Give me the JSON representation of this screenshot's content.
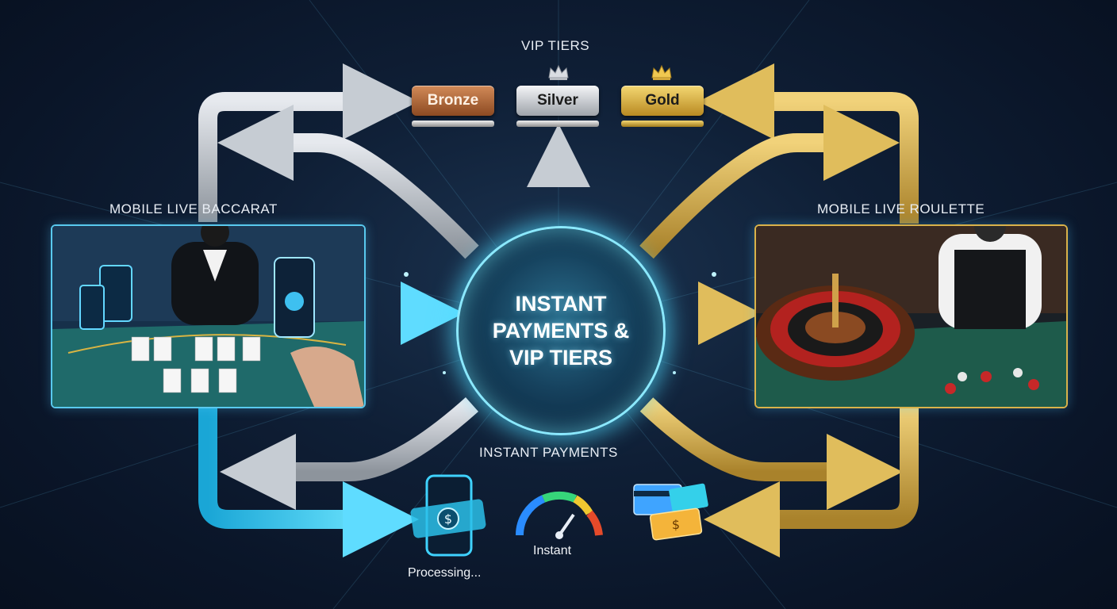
{
  "vip_section": {
    "title": "VIP TIERS",
    "tiers": [
      {
        "label": "Bronze",
        "color": "#b7683b"
      },
      {
        "label": "Silver",
        "color": "#c9ccd1"
      },
      {
        "label": "Gold",
        "color": "#d8b44a"
      }
    ]
  },
  "hub": {
    "title": "INSTANT PAYMENTS & VIP TIERS",
    "glow_color": "#5fe0ff"
  },
  "left_panel": {
    "title": "MOBILE LIVE BACCARAT"
  },
  "right_panel": {
    "title": "MOBILE LIVE ROULETTE"
  },
  "payments_section": {
    "title": "INSTANT PAYMENTS",
    "steps": [
      {
        "caption": "Processing...",
        "icon": "mobile-payment-icon"
      },
      {
        "caption": "Instant",
        "icon": "speedometer-icon"
      },
      {
        "caption": "",
        "icon": "card-cash-icon"
      }
    ]
  },
  "colors": {
    "cyan": "#33c7ec",
    "silver": "#b9c0c8",
    "gold": "#d9b24a"
  }
}
